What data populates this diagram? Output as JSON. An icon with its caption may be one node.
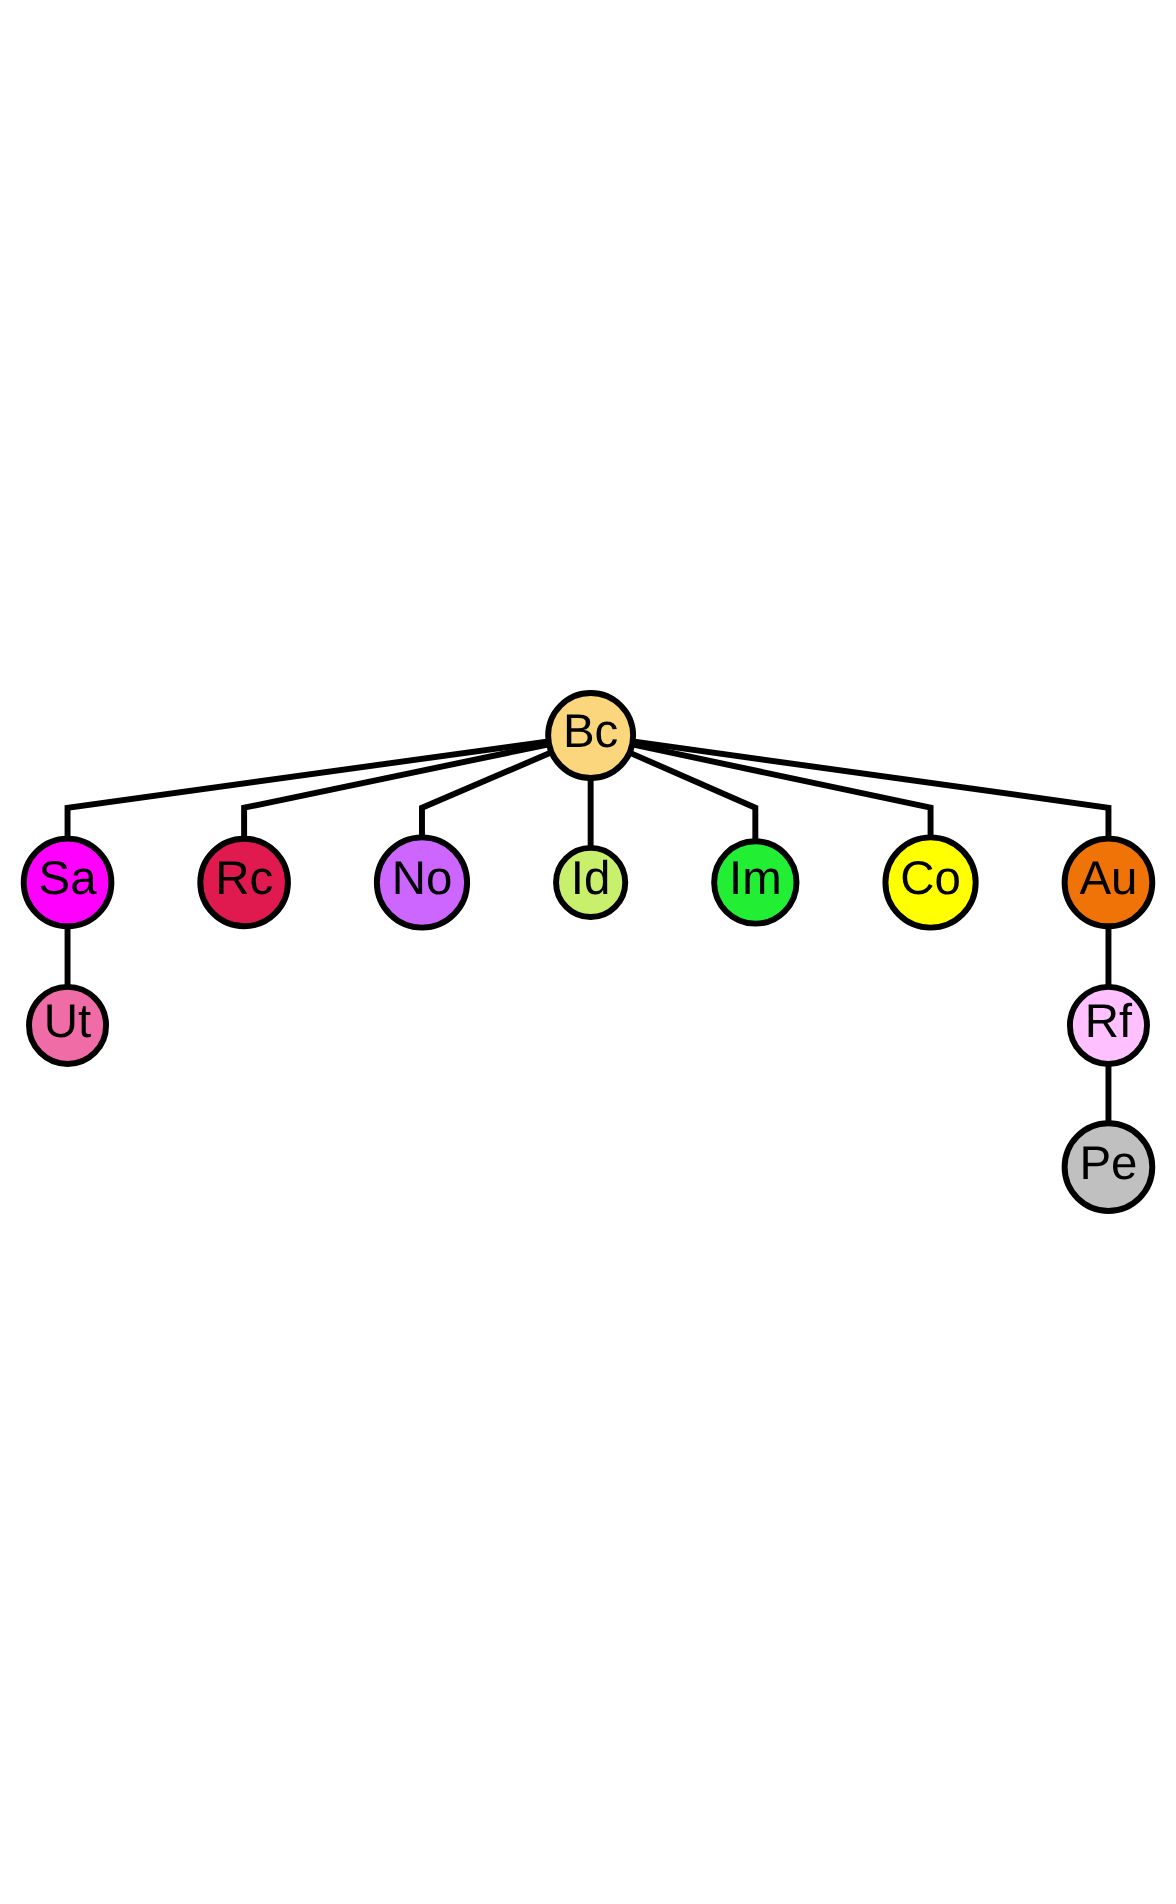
{
  "diagram": {
    "nodes": [
      {
        "text": [
          "Sa"
        ]
      },
      {
        "text": [
          "Ut"
        ]
      },
      {
        "text": [
          "Rc"
        ]
      },
      {
        "text": [
          "Bc"
        ]
      },
      {
        "text": [
          "No"
        ]
      },
      {
        "text": [
          "Id"
        ]
      },
      {
        "text": [
          "Im"
        ]
      },
      {
        "text": [
          "Co"
        ]
      },
      {
        "text": [
          "Au"
        ]
      },
      {
        "text": [
          "Rf"
        ]
      },
      {
        "text": [
          "Pe"
        ]
      }
    ],
    "edges": [
      {
        "from": 0,
        "to": 1,
        "arrow": "none"
      },
      {
        "from": 3,
        "to": 0,
        "arrow": "none"
      },
      {
        "from": 3,
        "to": 2,
        "arrow": "none"
      },
      {
        "from": 3,
        "to": 4,
        "arrow": "none"
      },
      {
        "from": 3,
        "to": 5,
        "arrow": "none"
      },
      {
        "from": 3,
        "to": 6,
        "arrow": "none"
      },
      {
        "from": 3,
        "to": 7,
        "arrow": "none"
      },
      {
        "from": 3,
        "to": 8,
        "arrow": "none"
      },
      {
        "from": 8,
        "to": 9,
        "arrow": "none"
      },
      {
        "from": 9,
        "to": 10,
        "arrow": "none"
      }
    ]
  }
}
